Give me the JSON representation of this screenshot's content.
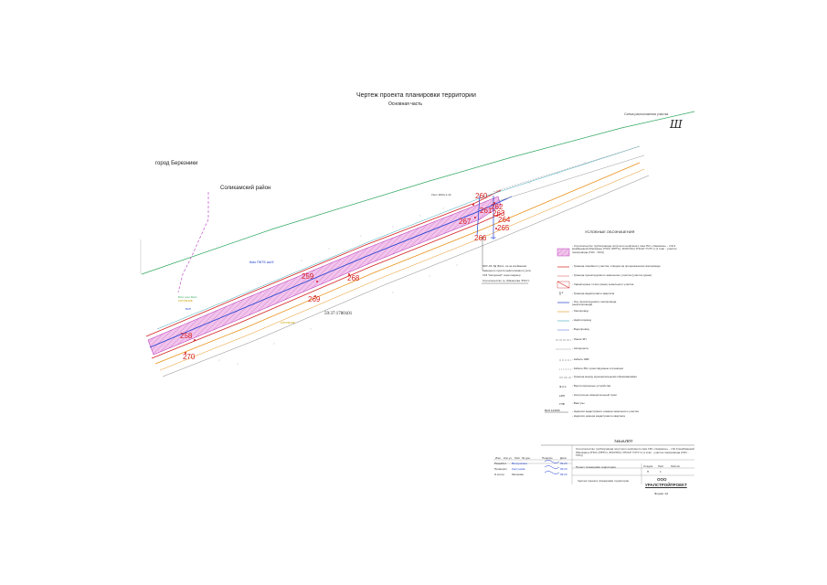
{
  "drawing": {
    "title": "Чертеж проекта планировки территории",
    "subtitle": "Основная часть",
    "scheme_label": "Схема расположения участка",
    "scheme_symbol": "Ш"
  },
  "map": {
    "city": "город Березники",
    "district": "Соликамский район",
    "cadastral_block": "59:37:1780101",
    "small_labels": {
      "kmz": "Кмз ПК75 шл3",
      "bkp": "БКП",
      "gate": "Узел 1103+1-1К",
      "green_note": "Бзпс зонт Бзпс",
      "yellow_1": "КОГРЗНИЕ",
      "yellow_2": "КОГРЗНИЕ",
      "ks_right": "КС2"
    },
    "note_lines": [
      "ЗОУ-03-ТД (Бзпс, из-за клеймения",
      "замерного пункта нефтегазового узла",
      "ГАЗ \"Нагорный\" через маркер",
      "Строительство гр. (Мазалова \"РОС\")"
    ],
    "point_labels": [
      "258",
      "259",
      "260",
      "261",
      "262",
      "263",
      "264",
      "265",
      "266",
      "267",
      "268",
      "269",
      "270"
    ]
  },
  "legend": {
    "title": "УСЛОВНЫЕ ОБОЗНАЧЕНИЯ",
    "items": [
      "- Строительство трубопровода попутного нефтяного газа УКС «Чашкино» - т.№ 9 мембранной (Мелкающ УПСС (ПРТС), ЗОО/УКС) УПСНГ УЧТУ-1 (1 этап - участок газопровода (УКС - УКС))",
      "- Граница линейного участка, отводов на продолженном газопроводе",
      "- Граница проектируемого земельного участка (участок сдано)",
      "- Характерные точки границ земельного участка",
      "- Граница кадастрового квартала",
      "- Ось проектируемого газопровода (нефтепровода)",
      "- Газопровод",
      "- Нефтепровод",
      "- Водопровод",
      "- Линия ЭП",
      "- Автодорога",
      "- Кабель ЭКБ",
      "- Кабель ВЭ, проектируемые в границах",
      "- Граница между муниципальными образованиями",
      "- Контрольно-измерительный пункт",
      "- Вентиляционные устройства",
      "- Вантузы",
      "- Надписи кадастрового номера земельного участка",
      "- Надписи номера кадастрового квартала"
    ],
    "symbol_labels": [
      "К-1",
      "Ф-0.2",
      "КИП",
      "ГПВ",
      "ВАЛ 123456"
    ]
  },
  "stamp": {
    "code": "745-И-ППТ",
    "description": "Строительство трубопровода попутного нефтяного газа УКС «Чашкино» - т.№ 9 мембранной (Мелкающ УПСС (ПРТС), ЗОО/УКС) УПСНГ УЧТУ-1 (1 этап - участок газопровода (УКС - УКС))",
    "headers": [
      "Изм.",
      "Кол.уч",
      "Лист",
      "№ док.",
      "Подпись",
      "Дата"
    ],
    "roles": [
      "Разработ.",
      "Проверил",
      "Н.контр."
    ],
    "names": [
      "Ватрушкина",
      "Кортунова",
      "Мешкова"
    ],
    "dates": [
      "09.23",
      "09.23",
      "09.23"
    ],
    "stage_headers": [
      "Стадия",
      "Лист",
      "Листов"
    ],
    "stage_values": [
      "П",
      "1"
    ],
    "project_name": "Проект планировки территории",
    "sheet_name": "Чертеж проекта планировки территории",
    "org_prefix": "ООО",
    "org_name": "УРАЛСТРОЙПРОЕКТ",
    "format": "Формат А2"
  },
  "colors": {
    "pipe_fill": "#e8a6e0",
    "red": "#d42020",
    "magenta": "#b020b0",
    "blue": "#2040d0",
    "green": "#30a860",
    "orange": "#e8921a",
    "teal": "#3aa8b8"
  }
}
